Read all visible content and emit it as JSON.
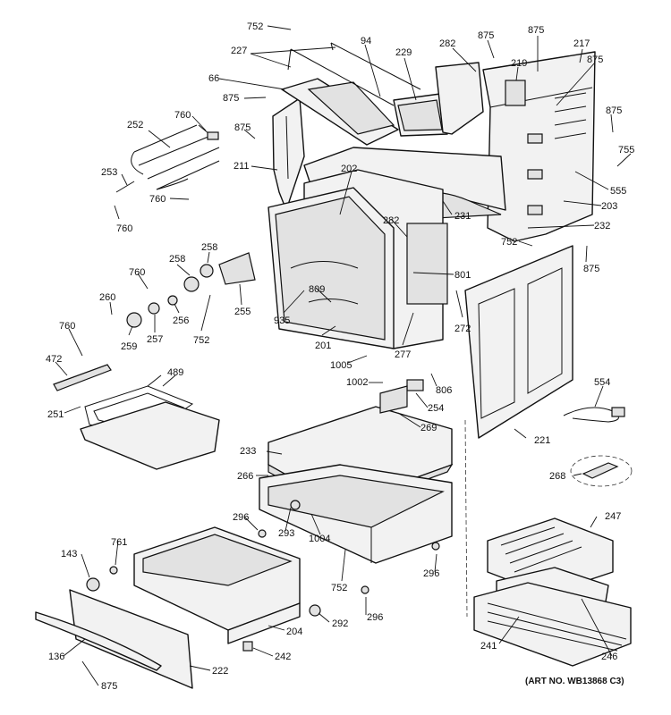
{
  "callouts": {
    "c752a": "752",
    "c227": "227",
    "c94": "94",
    "c229": "229",
    "c282a": "282",
    "c875a": "875",
    "c875b": "875",
    "c217": "217",
    "c219": "219",
    "c875c": "875",
    "c66": "66",
    "c875d": "875",
    "c760a": "760",
    "c252": "252",
    "c875e": "875",
    "c875f": "875",
    "c755": "755",
    "c211": "211",
    "c253": "253",
    "c760b": "760",
    "c760c": "760",
    "c202": "202",
    "c555": "555",
    "c203": "203",
    "c231": "231",
    "c232": "232",
    "c282b": "282",
    "c752b": "752",
    "c875g": "875",
    "c801": "801",
    "c258a": "258",
    "c258b": "258",
    "c760d": "760",
    "c260": "260",
    "c255": "255",
    "c809": "809",
    "c256": "256",
    "c935": "935",
    "c272": "272",
    "c259": "259",
    "c257": "257",
    "c752c": "752",
    "c760e": "760",
    "c201": "201",
    "c277": "277",
    "c472": "472",
    "c489": "489",
    "c1005": "1005",
    "c1002": "1002",
    "c806": "806",
    "c554": "554",
    "c251": "251",
    "c254": "254",
    "c269": "269",
    "c221": "221",
    "c233": "233",
    "c266": "266",
    "c268": "268",
    "c296a": "296",
    "c293": "293",
    "c1004": "1004",
    "c247": "247",
    "c143": "143",
    "c761": "761",
    "c752d": "752",
    "c296b": "296",
    "c292": "292",
    "c296c": "296",
    "c204": "204",
    "c241": "241",
    "c136": "136",
    "c242": "242",
    "c246": "246",
    "c222": "222",
    "c875h": "875"
  },
  "art_number": "(ART NO. WB13868 C3)"
}
